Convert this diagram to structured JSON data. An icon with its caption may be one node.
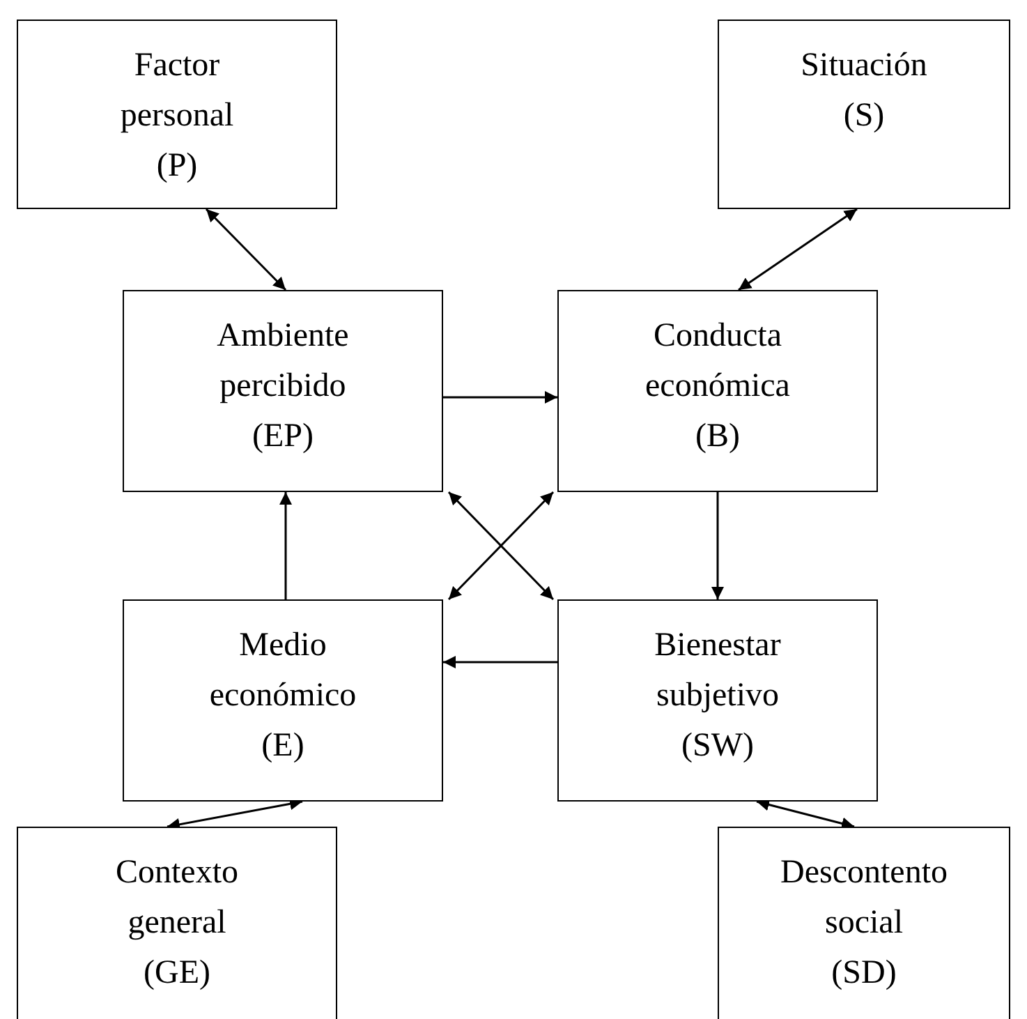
{
  "diagram": {
    "nodes": [
      {
        "text": [
          "Factor personal",
          "(P)"
        ]
      },
      {
        "text": [
          "Situación",
          "(S)"
        ]
      },
      {
        "text": [
          "Ambiente percibido",
          "(EP)"
        ]
      },
      {
        "text": [
          "Conducta económica",
          "(B)"
        ]
      },
      {
        "text": [
          "Medio económico",
          "(E)"
        ]
      },
      {
        "text": [
          "Bienestar subjetivo",
          "(SW)"
        ]
      },
      {
        "text": [
          "Contexto general",
          "(GE)"
        ]
      },
      {
        "text": [
          "Descontento social",
          "(SD)"
        ]
      }
    ],
    "edges": [
      {
        "from": 0,
        "to": 2,
        "arrow": "both"
      },
      {
        "from": 1,
        "to": 3,
        "arrow": "both"
      },
      {
        "from": 2,
        "to": 3,
        "arrow": "to"
      },
      {
        "from": 3,
        "to": 5,
        "arrow": "to"
      },
      {
        "from": 5,
        "to": 4,
        "arrow": "to"
      },
      {
        "from": 4,
        "to": 2,
        "arrow": "to"
      },
      {
        "from": 2,
        "to": 5,
        "arrow": "both"
      },
      {
        "from": 4,
        "to": 3,
        "arrow": "both"
      },
      {
        "from": 4,
        "to": 6,
        "arrow": "both"
      },
      {
        "from": 5,
        "to": 7,
        "arrow": "both"
      }
    ]
  }
}
